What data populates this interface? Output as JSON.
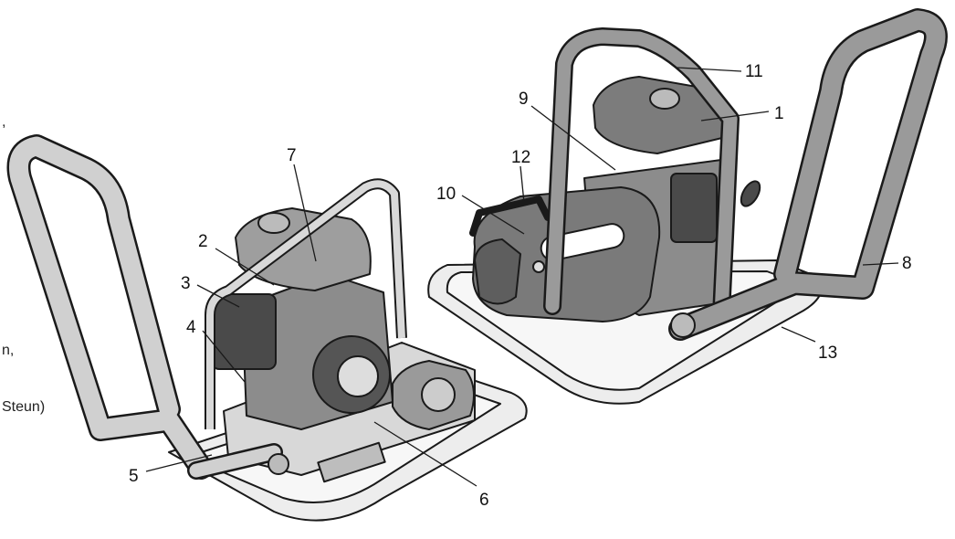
{
  "callouts": [
    {
      "id": "1",
      "text": "1"
    },
    {
      "id": "2",
      "text": "2"
    },
    {
      "id": "3",
      "text": "3"
    },
    {
      "id": "4",
      "text": "4"
    },
    {
      "id": "5",
      "text": "5"
    },
    {
      "id": "6",
      "text": "6"
    },
    {
      "id": "7",
      "text": "7"
    },
    {
      "id": "8",
      "text": "8"
    },
    {
      "id": "9",
      "text": "9"
    },
    {
      "id": "10",
      "text": "10"
    },
    {
      "id": "11",
      "text": "11"
    },
    {
      "id": "12",
      "text": "12"
    },
    {
      "id": "13",
      "text": "13"
    }
  ],
  "side_text": {
    "comma": ",",
    "n_fragment": "n,",
    "steun_fragment": "Steun)"
  },
  "colors": {
    "line": "#1a1a1a",
    "handle_fill": "#cfcfcf",
    "plate_fill": "#ededed",
    "engine_fill": "#8c8c8c",
    "belt_cover_fill": "#7a7a7a"
  }
}
